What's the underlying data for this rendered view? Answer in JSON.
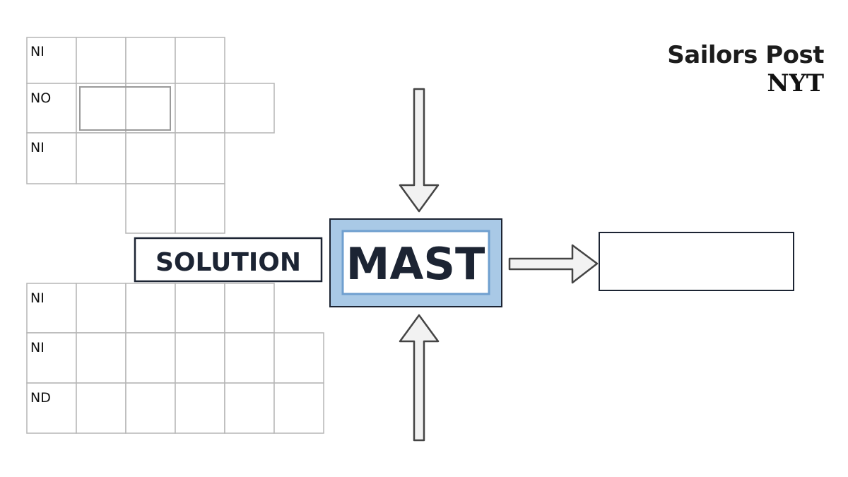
{
  "brand": {
    "name": "Sailors Post",
    "source": "NYT"
  },
  "upper_grid": {
    "row_labels": [
      "NI",
      "NO",
      "NI"
    ]
  },
  "lower_grid": {
    "row_labels": [
      "NI",
      "NI",
      "ND"
    ]
  },
  "solution_label": "SOLUTION",
  "answer": "MAST",
  "output_box_text": "",
  "colors": {
    "answer_box_border": "#6f9fcf",
    "answer_box_fill": "#a9c9e6",
    "grid_line": "#b5b5b5",
    "arrow_fill": "#f2f2f2",
    "arrow_stroke": "#444444",
    "text": "#1c2433"
  }
}
